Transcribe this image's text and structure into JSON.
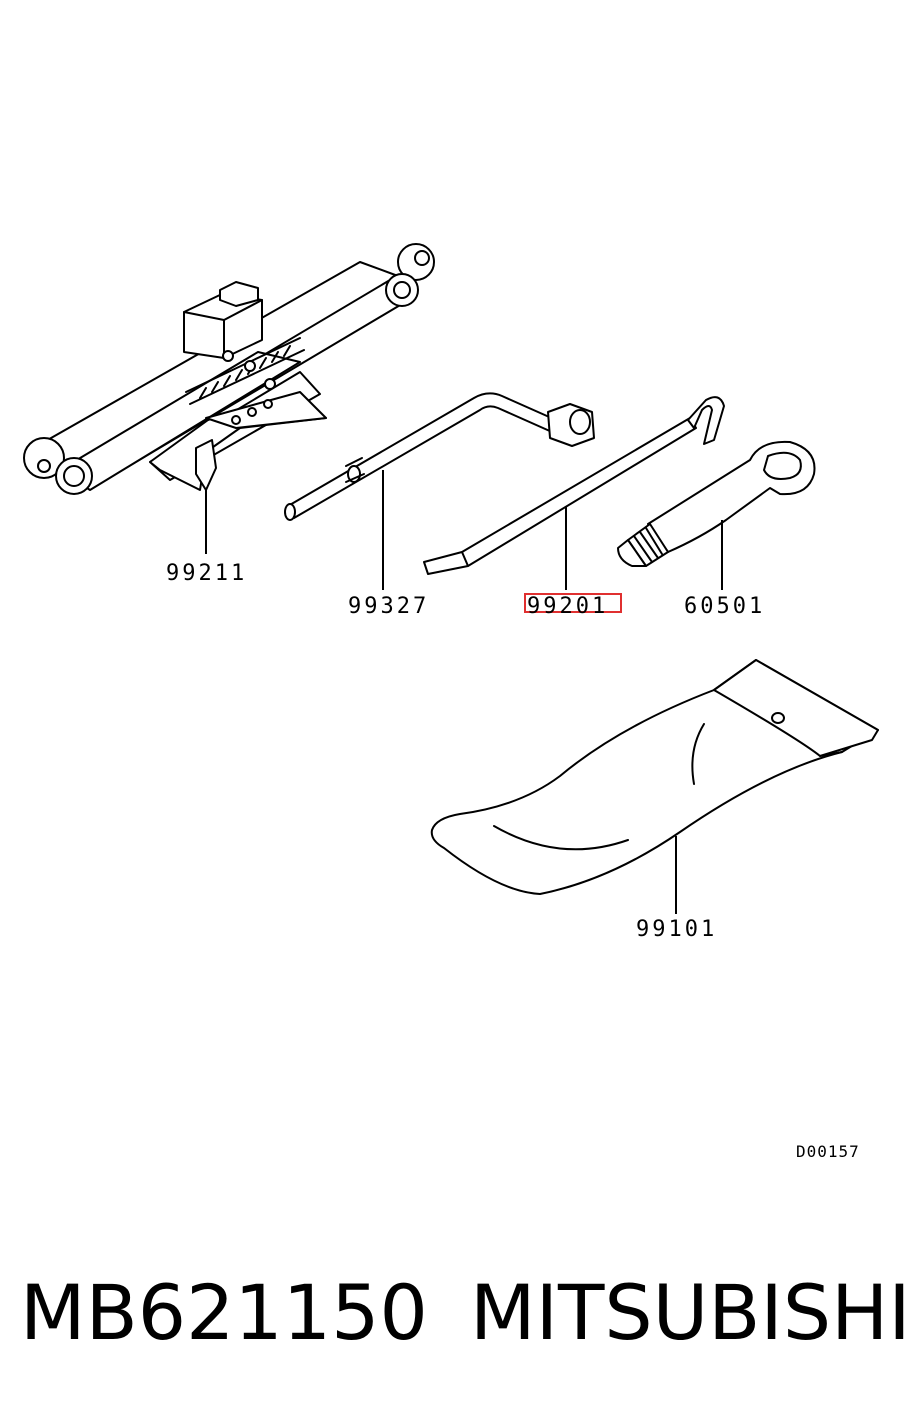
{
  "diagram": {
    "code": "D00157",
    "highlight_color": "#e03030",
    "highlighted_callout": "99201",
    "callouts": {
      "jack": "99211",
      "jack_handle": "99327",
      "jack_lever": "99201",
      "wheel_nut_wrench": "60501",
      "tool_bag": "99101"
    }
  },
  "footer": {
    "part_number": "MB621150",
    "brand": "MITSUBISHI"
  }
}
